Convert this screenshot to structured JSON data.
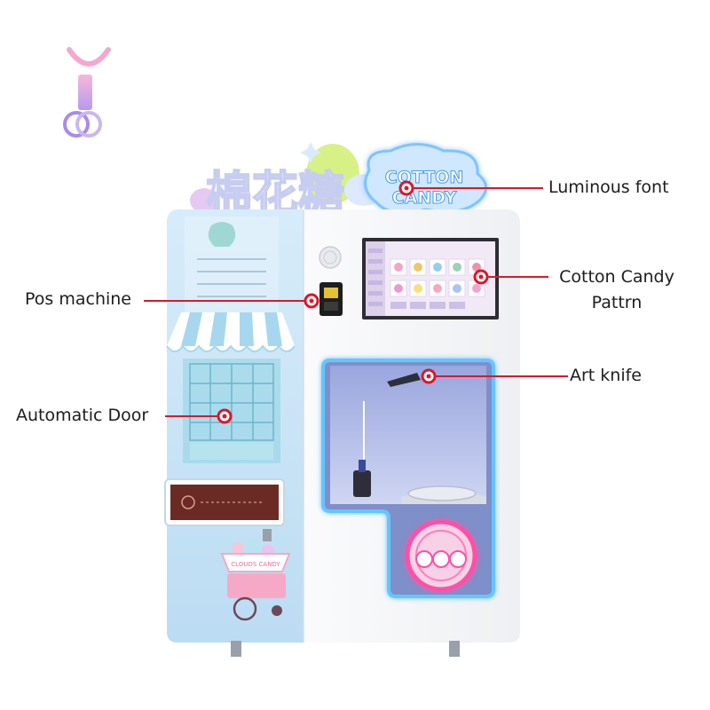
{
  "brand": {
    "logo_icon": "brand-logo-icon",
    "colors": {
      "pink": "#f3a9cf",
      "violet": "#a98bea",
      "lavender": "#cbb6ef"
    }
  },
  "machine": {
    "topper_chinese": "棉花糖",
    "topper_english_line1": "COTTON",
    "topper_english_line2": "CANDY",
    "cart_sign": "CLOUDS CANDY",
    "colors": {
      "body_blue": "#cde6f7",
      "body_white": "#f6f7f9",
      "neon_blue": "#63c6ff",
      "neon_pink": "#ff4fa6",
      "callout_red": "#d9182b"
    }
  },
  "callouts": [
    {
      "label": "Luminous font"
    },
    {
      "label_line1": "Cotton Candy",
      "label_line2": "Pattrn"
    },
    {
      "label": "Pos machine"
    },
    {
      "label": "Art knife"
    },
    {
      "label": "Automatic Door"
    }
  ]
}
